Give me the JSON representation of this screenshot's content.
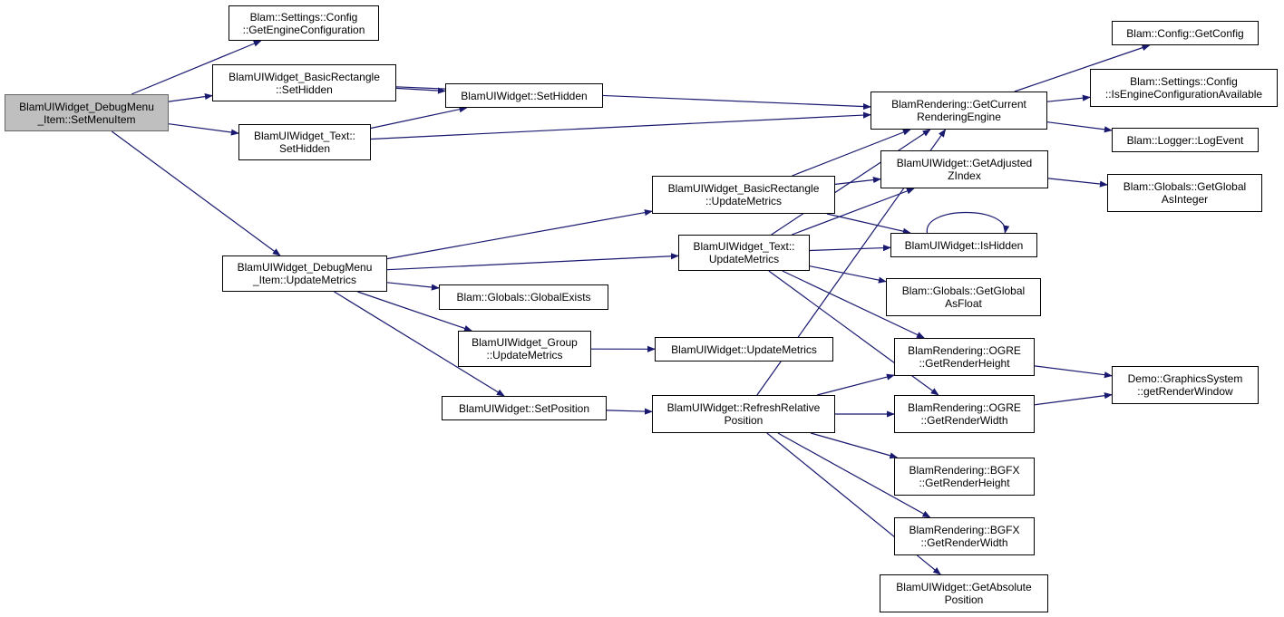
{
  "graph": {
    "colors": {
      "edge": "#191970",
      "node_border": "#000000",
      "root_fill": "#bfbfbf",
      "node_fill": "#ffffff"
    },
    "nodes": [
      {
        "id": "root",
        "lines": [
          "BlamUIWidget_DebugMenu",
          "_Item::SetMenuItem"
        ],
        "root": true
      },
      {
        "id": "n1",
        "lines": [
          "Blam::Settings::Config",
          "::GetEngineConfiguration"
        ]
      },
      {
        "id": "n2",
        "lines": [
          "BlamUIWidget_BasicRectangle",
          "::SetHidden"
        ]
      },
      {
        "id": "n3",
        "lines": [
          "BlamUIWidget_Text::",
          "SetHidden"
        ]
      },
      {
        "id": "n4",
        "lines": [
          "BlamUIWidget_DebugMenu",
          "_Item::UpdateMetrics"
        ]
      },
      {
        "id": "n5",
        "lines": [
          "BlamUIWidget::SetHidden"
        ]
      },
      {
        "id": "n6",
        "lines": [
          "BlamUIWidget_BasicRectangle",
          "::UpdateMetrics"
        ]
      },
      {
        "id": "n7",
        "lines": [
          "BlamUIWidget_Text::",
          "UpdateMetrics"
        ]
      },
      {
        "id": "n8",
        "lines": [
          "Blam::Globals::GlobalExists"
        ]
      },
      {
        "id": "n9",
        "lines": [
          "BlamUIWidget_Group",
          "::UpdateMetrics"
        ]
      },
      {
        "id": "n10",
        "lines": [
          "BlamUIWidget::UpdateMetrics"
        ]
      },
      {
        "id": "n11",
        "lines": [
          "BlamUIWidget::SetPosition"
        ]
      },
      {
        "id": "n12",
        "lines": [
          "BlamUIWidget::RefreshRelative",
          "Position"
        ]
      },
      {
        "id": "n13",
        "lines": [
          "BlamRendering::GetCurrent",
          "RenderingEngine"
        ]
      },
      {
        "id": "n14",
        "lines": [
          "BlamUIWidget::GetAdjusted",
          "ZIndex"
        ]
      },
      {
        "id": "n15",
        "lines": [
          "BlamUIWidget::IsHidden"
        ]
      },
      {
        "id": "n16",
        "lines": [
          "Blam::Globals::GetGlobal",
          "AsFloat"
        ]
      },
      {
        "id": "n17",
        "lines": [
          "BlamRendering::OGRE",
          "::GetRenderHeight"
        ]
      },
      {
        "id": "n18",
        "lines": [
          "BlamRendering::OGRE",
          "::GetRenderWidth"
        ]
      },
      {
        "id": "n19",
        "lines": [
          "BlamRendering::BGFX",
          "::GetRenderHeight"
        ]
      },
      {
        "id": "n20",
        "lines": [
          "BlamRendering::BGFX",
          "::GetRenderWidth"
        ]
      },
      {
        "id": "n21",
        "lines": [
          "BlamUIWidget::GetAbsolute",
          "Position"
        ]
      },
      {
        "id": "n22",
        "lines": [
          "Blam::Config::GetConfig"
        ]
      },
      {
        "id": "n23",
        "lines": [
          "Blam::Settings::Config",
          "::IsEngineConfigurationAvailable"
        ]
      },
      {
        "id": "n24",
        "lines": [
          "Blam::Logger::LogEvent"
        ]
      },
      {
        "id": "n25",
        "lines": [
          "Blam::Globals::GetGlobal",
          "AsInteger"
        ]
      },
      {
        "id": "n26",
        "lines": [
          "Demo::GraphicsSystem",
          "::getRenderWindow"
        ]
      }
    ],
    "edges": [
      {
        "from": "root",
        "to": "n1"
      },
      {
        "from": "root",
        "to": "n2"
      },
      {
        "from": "root",
        "to": "n3"
      },
      {
        "from": "root",
        "to": "n4"
      },
      {
        "from": "n2",
        "to": "n5"
      },
      {
        "from": "n2",
        "to": "n13"
      },
      {
        "from": "n3",
        "to": "n5"
      },
      {
        "from": "n3",
        "to": "n13"
      },
      {
        "from": "n4",
        "to": "n6"
      },
      {
        "from": "n4",
        "to": "n7"
      },
      {
        "from": "n4",
        "to": "n8"
      },
      {
        "from": "n4",
        "to": "n9"
      },
      {
        "from": "n4",
        "to": "n11"
      },
      {
        "from": "n6",
        "to": "n13"
      },
      {
        "from": "n6",
        "to": "n14"
      },
      {
        "from": "n6",
        "to": "n15"
      },
      {
        "from": "n7",
        "to": "n13"
      },
      {
        "from": "n7",
        "to": "n14"
      },
      {
        "from": "n7",
        "to": "n15"
      },
      {
        "from": "n7",
        "to": "n16"
      },
      {
        "from": "n7",
        "to": "n17"
      },
      {
        "from": "n7",
        "to": "n18"
      },
      {
        "from": "n9",
        "to": "n10"
      },
      {
        "from": "n11",
        "to": "n12"
      },
      {
        "from": "n12",
        "to": "n13"
      },
      {
        "from": "n12",
        "to": "n17"
      },
      {
        "from": "n12",
        "to": "n18"
      },
      {
        "from": "n12",
        "to": "n19"
      },
      {
        "from": "n12",
        "to": "n20"
      },
      {
        "from": "n12",
        "to": "n21"
      },
      {
        "from": "n13",
        "to": "n22"
      },
      {
        "from": "n13",
        "to": "n23"
      },
      {
        "from": "n13",
        "to": "n24"
      },
      {
        "from": "n14",
        "to": "n25"
      },
      {
        "from": "n15",
        "to": "n15"
      },
      {
        "from": "n17",
        "to": "n26"
      },
      {
        "from": "n18",
        "to": "n26"
      }
    ]
  }
}
